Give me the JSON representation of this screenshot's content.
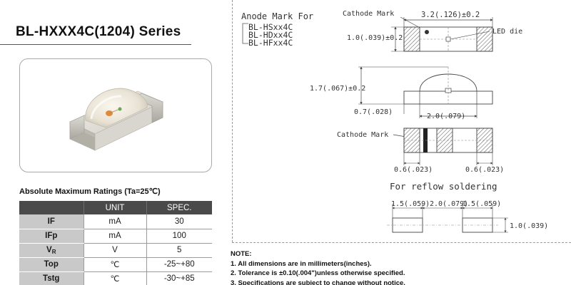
{
  "title": "BL-HXXX4C(1204) Series",
  "ratings": {
    "title": "Absolute Maximum Ratings (Ta=25℃)",
    "headers": [
      "UNIT",
      "SPEC."
    ],
    "rows": [
      {
        "param": "IF",
        "unit": "mA",
        "spec": "30"
      },
      {
        "param": "IFp",
        "unit": "mA",
        "spec": "100"
      },
      {
        "param": "V",
        "param_sub": "R",
        "unit": "V",
        "spec": "5"
      },
      {
        "param": "Top",
        "unit": "℃",
        "spec": "-25~+80"
      },
      {
        "param": "Tstg",
        "unit": "℃",
        "spec": "-30~+85"
      }
    ]
  },
  "drawing": {
    "anode_title": "Anode Mark For",
    "anode_items": [
      "BL-HSxx4C",
      "BL-HDxx4C",
      "BL-HFxx4C"
    ],
    "cathode_mark": "Cathode Mark",
    "led_die": "LED die",
    "dim_length": "3.2(.126)±0.2",
    "dim_width": "1.0(.039)±0.2",
    "dim_height": "1.7(.067)±0.2",
    "dim_pad_offset": "0.7(.028)",
    "dim_inner": "2.0(.079)",
    "dim_pad_left": "0.6(.023)",
    "dim_pad_right": "0.6(.023)",
    "reflow_title": "For reflow soldering",
    "reflow_dim1": "1.5(.059)",
    "reflow_dim2": "2.0(.079)",
    "reflow_dim3": "1.5(.059)",
    "reflow_height": "1.0(.039)"
  },
  "notes": {
    "title": "NOTE:",
    "items": [
      "1. All dimensions are in millimeters(inches).",
      "2. Tolerance is ±0.10(.004\")unless otherwise specified.",
      "3. Specifications are subject to change without notice."
    ]
  }
}
